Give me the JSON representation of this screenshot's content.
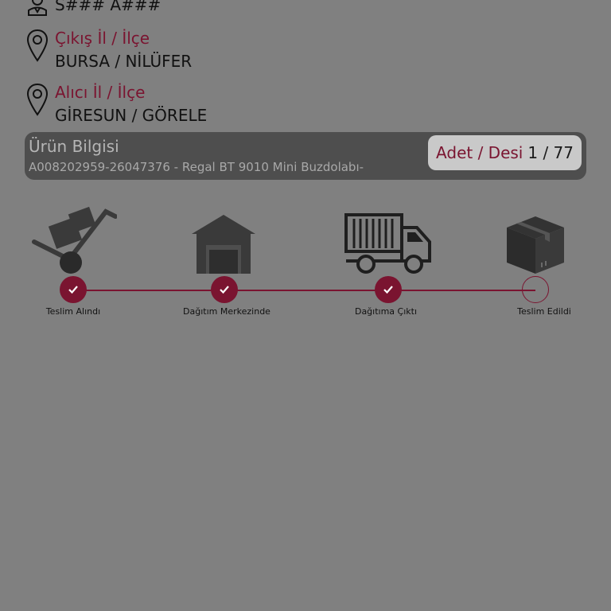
{
  "sender": {
    "value": "S### A###"
  },
  "origin": {
    "label": "Çıkış İl / İlçe",
    "value": "BURSA / NİLÜFER"
  },
  "destination": {
    "label": "Alıcı İl / İlçe",
    "value": "GİRESUN / GÖRELE"
  },
  "product": {
    "title": "Ürün Bilgisi",
    "description": "A008202959-26047376 - Regal BT 9010 Mini Buzdolabı-",
    "qty_label": "Adet / Desi",
    "qty_value": "1 / 77"
  },
  "tracking": {
    "steps": [
      {
        "label": "Teslim Alındı",
        "icon": "hand-truck-icon",
        "done": true
      },
      {
        "label": "Dağıtım Merkezinde",
        "icon": "warehouse-icon",
        "done": true
      },
      {
        "label": "Dağıtıma Çıktı",
        "icon": "delivery-truck-icon",
        "done": true
      },
      {
        "label": "Teslim Edildi",
        "icon": "package-box-icon",
        "done": false
      }
    ]
  },
  "colors": {
    "accent": "#7a1430",
    "background": "#808080",
    "card": "#4e4e4e"
  }
}
